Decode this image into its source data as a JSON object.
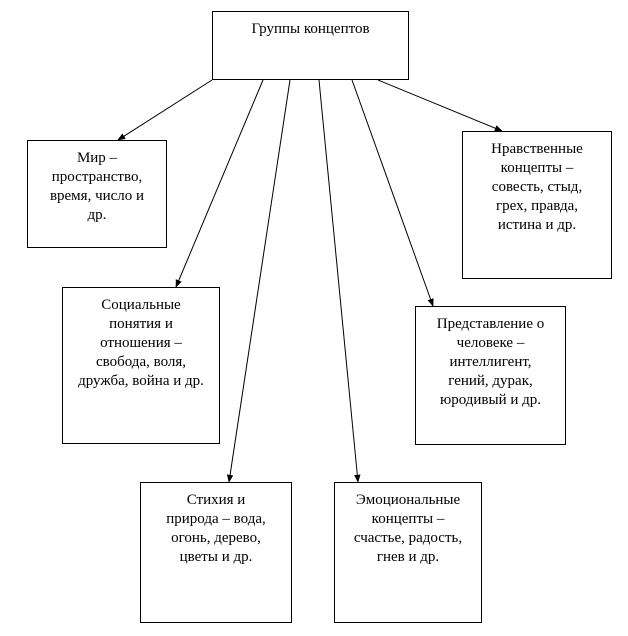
{
  "diagram": {
    "root": {
      "lines": [
        "Группы концептов"
      ]
    },
    "groups": [
      {
        "id": "world",
        "lines": [
          "Мир –",
          "пространство,",
          "время, число и",
          "др."
        ]
      },
      {
        "id": "moral",
        "lines": [
          "Нравственные",
          "концепты –",
          "совесть, стыд,",
          "грех, правда,",
          "истина и др."
        ]
      },
      {
        "id": "social",
        "lines": [
          "Социальные",
          "понятия и",
          "отношения –",
          "свобода, воля,",
          "дружба, война и др."
        ]
      },
      {
        "id": "person",
        "lines": [
          "Представление о",
          "человеке –",
          "интеллигент,",
          "гений, дурак,",
          "юродивый и др."
        ]
      },
      {
        "id": "nature",
        "lines": [
          "Стихия и",
          "природа – вода,",
          "огонь, дерево,",
          "цветы и др."
        ]
      },
      {
        "id": "emotion",
        "lines": [
          "Эмоциональные",
          "концепты –",
          "счастье, радость,",
          "гнев и др."
        ]
      }
    ],
    "colors": {
      "stroke": "#000000",
      "fill": "#ffffff",
      "text": "#000000"
    }
  }
}
